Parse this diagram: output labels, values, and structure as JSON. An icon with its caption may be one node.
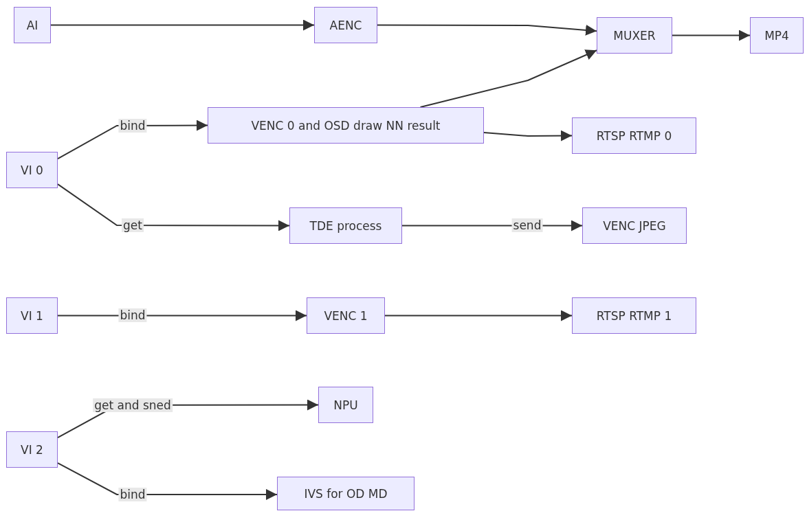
{
  "diagram": {
    "nodes": [
      {
        "text": [
          "AI"
        ]
      },
      {
        "text": [
          "AENC"
        ]
      },
      {
        "text": [
          "MUXER"
        ]
      },
      {
        "text": [
          "MP4"
        ]
      },
      {
        "text": [
          "VENC 0 and OSD draw NN result"
        ]
      },
      {
        "text": [
          "RTSP RTMP 0"
        ]
      },
      {
        "text": [
          "VI 0"
        ]
      },
      {
        "text": [
          "TDE process"
        ]
      },
      {
        "text": [
          "VENC JPEG"
        ]
      },
      {
        "text": [
          "VI 1"
        ]
      },
      {
        "text": [
          "VENC 1"
        ]
      },
      {
        "text": [
          "RTSP RTMP 1"
        ]
      },
      {
        "text": [
          "NPU"
        ]
      },
      {
        "text": [
          "VI 2"
        ]
      },
      {
        "text": [
          "IVS for OD MD"
        ]
      }
    ],
    "edges": [
      {
        "from": 0,
        "to": 1,
        "arrow": "to"
      },
      {
        "from": 1,
        "to": 2,
        "arrow": "to"
      },
      {
        "from": 4,
        "to": 2,
        "arrow": "to"
      },
      {
        "from": 2,
        "to": 3,
        "arrow": "to"
      },
      {
        "from": 6,
        "to": 4,
        "arrow": "to",
        "label": "bind"
      },
      {
        "from": 4,
        "to": 5,
        "arrow": "to"
      },
      {
        "from": 6,
        "to": 7,
        "arrow": "to",
        "label": "get"
      },
      {
        "from": 7,
        "to": 8,
        "arrow": "to",
        "label": "send"
      },
      {
        "from": 9,
        "to": 10,
        "arrow": "to",
        "label": "bind"
      },
      {
        "from": 10,
        "to": 11,
        "arrow": "to"
      },
      {
        "from": 13,
        "to": 12,
        "arrow": "to",
        "label": "get and sned"
      },
      {
        "from": 13,
        "to": 14,
        "arrow": "to",
        "label": "bind"
      }
    ]
  }
}
